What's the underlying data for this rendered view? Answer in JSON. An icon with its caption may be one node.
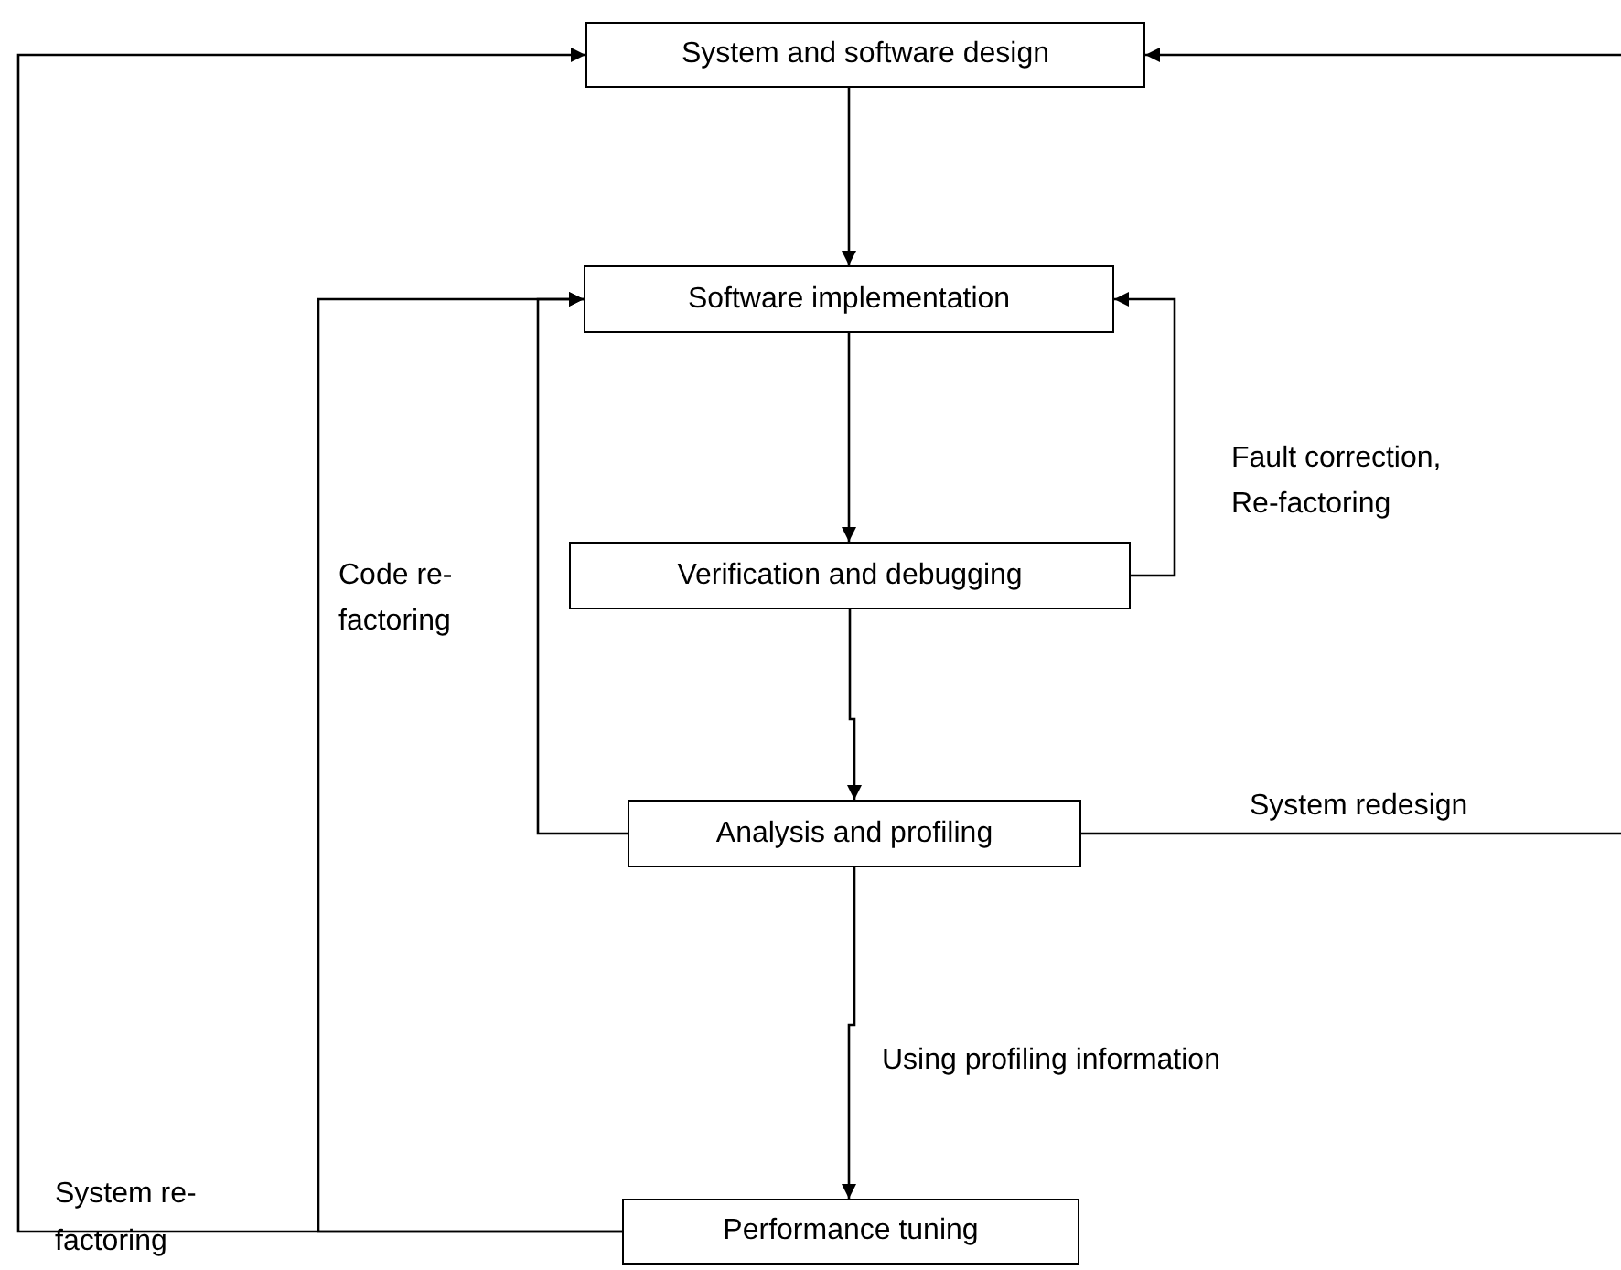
{
  "diagram": {
    "nodes": [
      {
        "text": [
          "System and software design"
        ]
      },
      {
        "text": [
          "Software implementation"
        ]
      },
      {
        "text": [
          "Verification and debugging"
        ]
      },
      {
        "text": [
          "Analysis and profiling"
        ]
      },
      {
        "text": [
          "Performance tuning"
        ]
      }
    ],
    "edges": [
      {
        "from": 0,
        "to": 1,
        "arrow": "to"
      },
      {
        "from": 1,
        "to": 2,
        "arrow": "to"
      },
      {
        "from": 2,
        "to": 1,
        "arrow": "to",
        "label": "Fault correction, Re-factoring"
      },
      {
        "from": 2,
        "to": 3,
        "arrow": "to"
      },
      {
        "from": 3,
        "to": 1,
        "arrow": "to"
      },
      {
        "from": 4,
        "to": 1,
        "arrow": "to",
        "label": "Code re-factoring"
      },
      {
        "from": 3,
        "to": 4,
        "arrow": "to",
        "label": "Using profiling information"
      },
      {
        "from": 3,
        "to": null,
        "arrow": "none",
        "label": "System redesign"
      },
      {
        "from": null,
        "to": 0,
        "arrow": "to"
      },
      {
        "from": 4,
        "to": 0,
        "arrow": "to",
        "label": "System re-factoring"
      }
    ]
  }
}
